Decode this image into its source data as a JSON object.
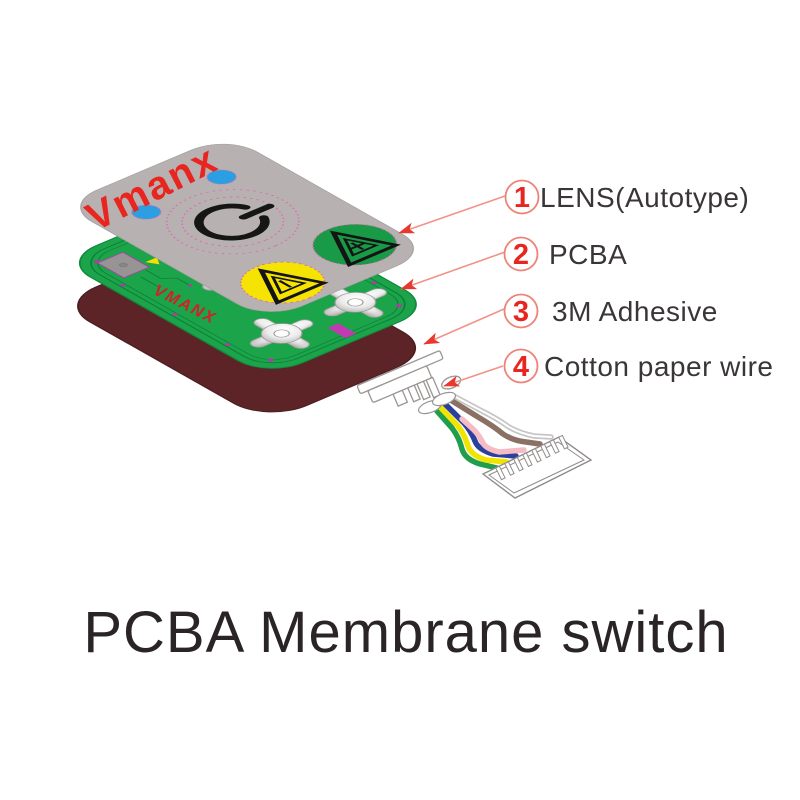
{
  "title": "PCBA Membrane switch",
  "product": {
    "lens_brand": "Vmanx",
    "pcb_brand": "VMANX"
  },
  "callouts": [
    {
      "number": "1",
      "label": "LENS(Autotype)"
    },
    {
      "number": "2",
      "label": "PCBA"
    },
    {
      "number": "3",
      "label": "3M Adhesive"
    },
    {
      "number": "4",
      "label": "Cotton paper wire"
    }
  ],
  "colors": {
    "lens": "#b7b2b1",
    "pcb_green": "#1ba44a",
    "pcb_trace": "#0c7c36",
    "adhesive_maroon": "#5d2428",
    "plus_button_green": "#189a46",
    "minus_button_yellow": "#f5e301",
    "led_dot_blue": "#2c9fe3",
    "dotted_outline_magenta": "#e06ab4",
    "callout_red": "#e8251f",
    "arrow_line_red": "#f29289",
    "label_text": "#3a3637",
    "title_text": "#2b2426",
    "wire_green": "#1f9e4c",
    "wire_yellow": "#f0e400",
    "wire_blue": "#2b3f9c",
    "wire_pink": "#f6bcc6",
    "wire_brown": "#8b7163",
    "wire_silver": "#c6c6c6"
  }
}
